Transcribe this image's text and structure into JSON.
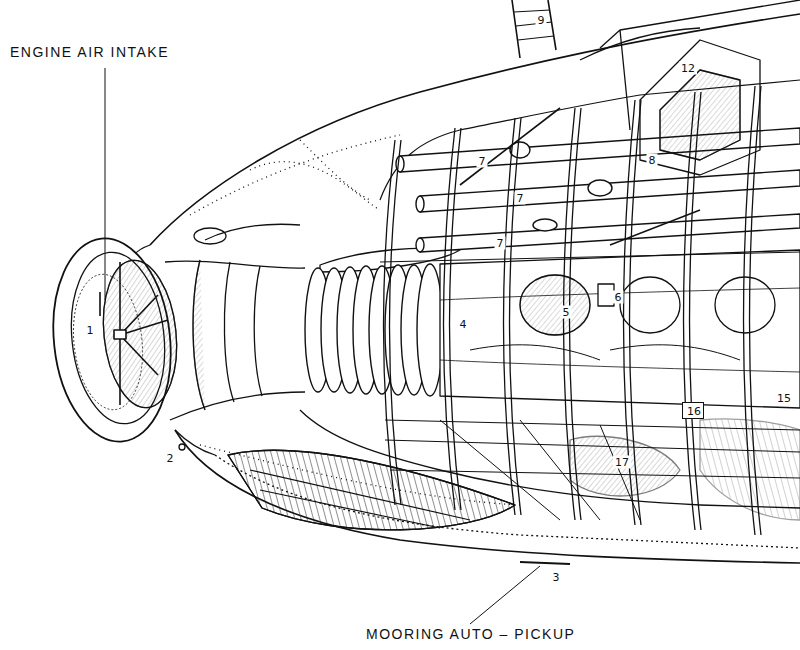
{
  "diagram": {
    "nodes": [
      {
        "text": [
          "16"
        ]
      }
    ],
    "labels": [
      "ENGINE AIR INTAKE",
      "MOORING AUTO – PICKUP",
      "1",
      "2",
      "3",
      "4",
      "5",
      "6",
      "7",
      "7",
      "7",
      "8",
      "9",
      "12",
      "15",
      "17"
    ]
  }
}
